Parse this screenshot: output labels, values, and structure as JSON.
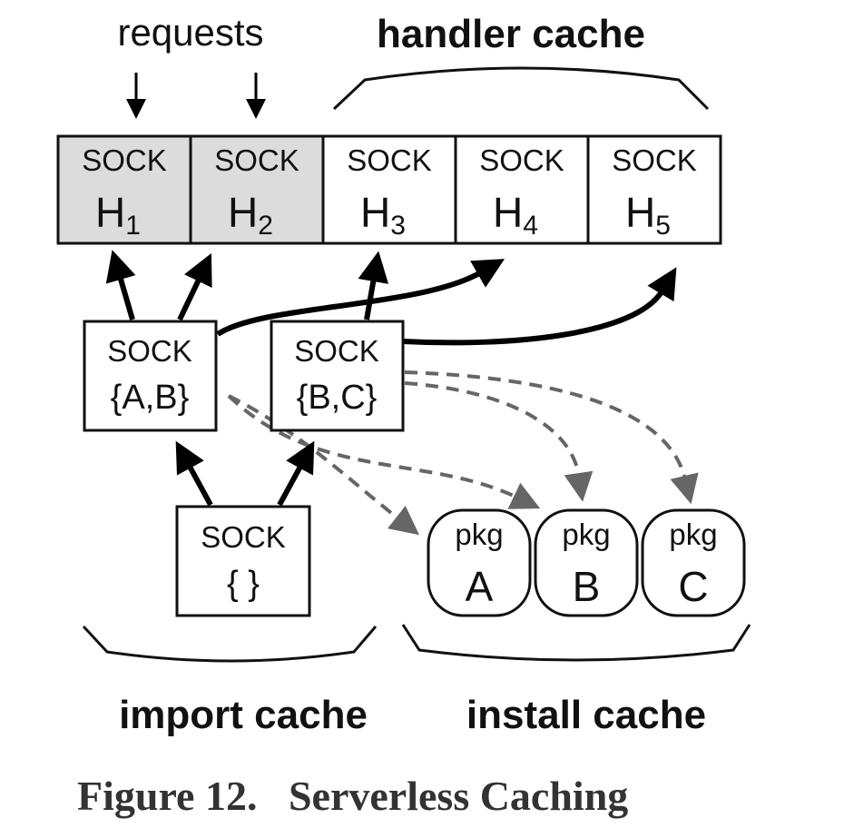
{
  "labels": {
    "requests": "requests",
    "handler_cache": "handler cache",
    "import_cache": "import cache",
    "install_cache": "install cache",
    "caption": "Figure 12.   Serverless Caching"
  },
  "handlers": [
    {
      "tag": "SOCK",
      "name": "H",
      "sub": "1",
      "highlighted": true
    },
    {
      "tag": "SOCK",
      "name": "H",
      "sub": "2",
      "highlighted": true
    },
    {
      "tag": "SOCK",
      "name": "H",
      "sub": "3",
      "highlighted": false
    },
    {
      "tag": "SOCK",
      "name": "H",
      "sub": "4",
      "highlighted": false
    },
    {
      "tag": "SOCK",
      "name": "H",
      "sub": "5",
      "highlighted": false
    }
  ],
  "import_nodes": [
    {
      "tag": "SOCK",
      "name": "{A,B}"
    },
    {
      "tag": "SOCK",
      "name": "{B,C}"
    },
    {
      "tag": "SOCK",
      "name": "{ }"
    }
  ],
  "packages": [
    {
      "tag": "pkg",
      "name": "A"
    },
    {
      "tag": "pkg",
      "name": "B"
    },
    {
      "tag": "pkg",
      "name": "C"
    }
  ],
  "colors": {
    "highlight_fill": "#dcdcdc",
    "solid_arrow": "#000000",
    "dashed_arrow": "#666666"
  }
}
